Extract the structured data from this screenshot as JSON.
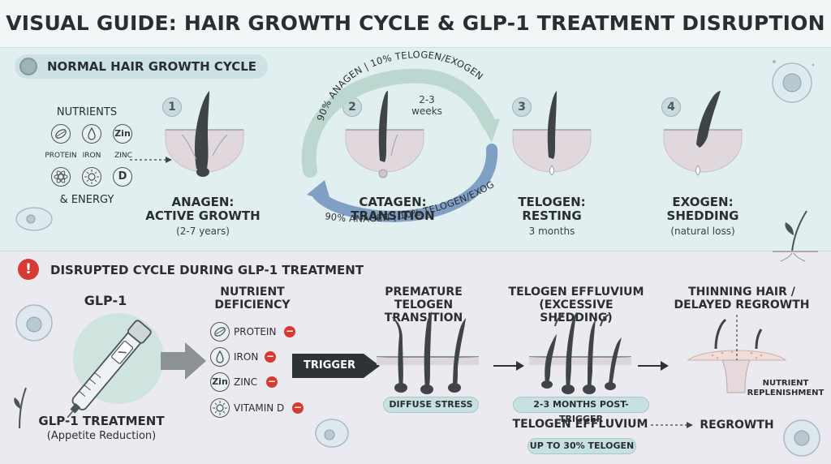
{
  "title": "VISUAL GUIDE: HAIR GROWTH CYCLE & GLP-1 TREATMENT DISRUPTION",
  "normal": {
    "heading": "NORMAL HAIR GROWTH CYCLE",
    "nutrients_label": "NUTRIENTS",
    "nutrients": [
      {
        "icon": "protein-icon",
        "label": "PROTEIN"
      },
      {
        "icon": "iron-drop-icon",
        "label": "IRON"
      },
      {
        "icon": "zinc-icon",
        "text": "Zin",
        "label": "ZINC"
      },
      {
        "icon": "atom-icon"
      },
      {
        "icon": "sun-icon"
      },
      {
        "icon": "vitamin-d-icon",
        "text": "D"
      }
    ],
    "energy_label": "& ENERGY",
    "stages": [
      {
        "num": "1",
        "name": "ANAGEN:",
        "sub": "ACTIVE GROWTH",
        "detail": "(2-7 years)"
      },
      {
        "num": "2",
        "name": "CATAGEN:",
        "sub": "TRANSITION",
        "detail": "2-3\nweeks"
      },
      {
        "num": "3",
        "name": "TELOGEN:",
        "sub": "RESTING",
        "detail": "3 months"
      },
      {
        "num": "4",
        "name": "EXOGEN:",
        "sub": "SHEDDING",
        "detail": "(natural loss)"
      }
    ],
    "arc_label": "90% ANAGEN | 10% TELOGEN/EXOGEN"
  },
  "disrupted": {
    "alert": "!",
    "heading": "DISRUPTED CYCLE DURING GLP-1 TREATMENT",
    "glp1_label": "GLP-1",
    "glp1_caption": "GLP-1 TREATMENT",
    "glp1_sub": "(Appetite Reduction)",
    "deficiency_title": "NUTRIENT\nDEFICIENCY",
    "deficiencies": [
      {
        "icon": "protein-icon",
        "label": "PROTEIN"
      },
      {
        "icon": "iron-drop-icon",
        "label": "IRON"
      },
      {
        "icon": "zinc-icon",
        "text": "Zin",
        "label": "ZINC"
      },
      {
        "icon": "sun-icon",
        "label": "VITAMIN D"
      }
    ],
    "minus": "−",
    "trigger": "TRIGGER",
    "premature_title": "PREMATURE TELOGEN\nTRANSITION",
    "diffuse_stress": "DIFFUSE STRESS",
    "effluvium_title": "TELOGEN EFFLUVIUM\n(EXCESSIVE SHEDDING)",
    "post_trigger": "2-3 MONTHS POST-TRIGGER",
    "effluvium_label": "TELOGEN EFFLUVIUM",
    "telogen_pct": "UP TO 30% TELOGEN",
    "thinning_title": "THINNING HAIR /\nDELAYED REGROWTH",
    "replenishment": "NUTRIENT\nREPLENISHMENT",
    "regrowth": "REGROWTH"
  },
  "colors": {
    "alert": "#d63b33",
    "teal_light": "#e2eff0",
    "lavender": "#ebeaf0",
    "arrow_blue": "#7f9fc4",
    "arrow_teal": "#bcd7cf",
    "hair": "#3f4448"
  }
}
